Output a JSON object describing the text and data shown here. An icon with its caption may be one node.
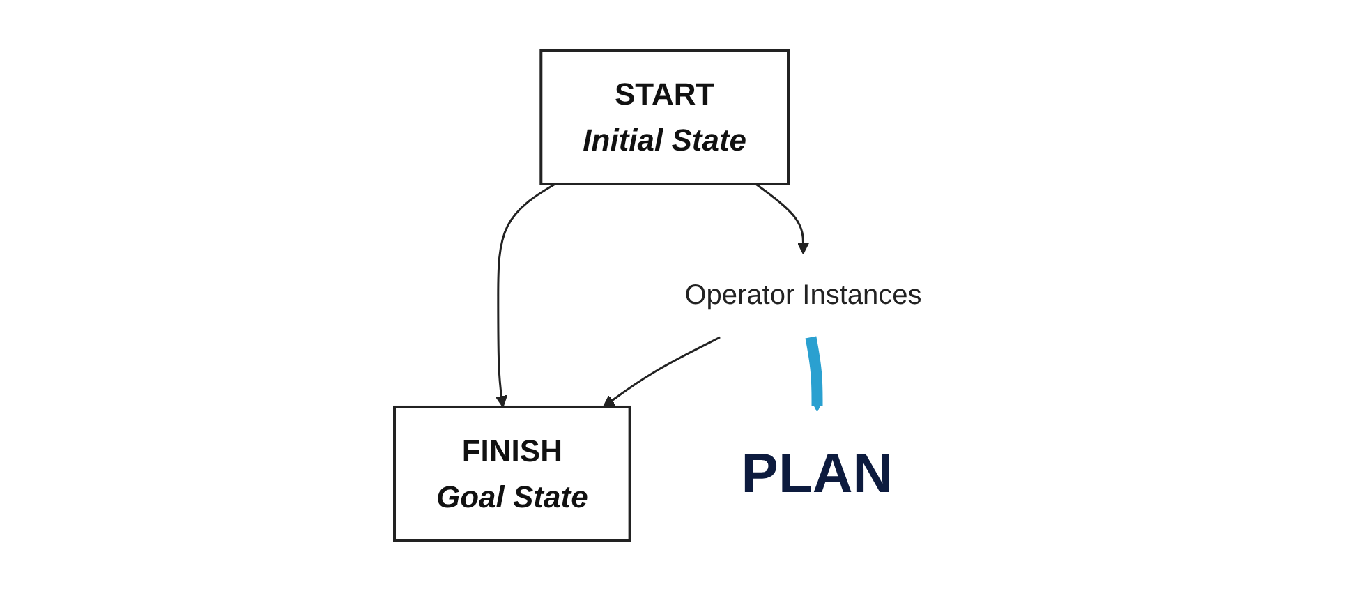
{
  "diagram": {
    "nodes": [
      {
        "text": [
          "START",
          "Initial State"
        ]
      },
      {
        "text": [
          "FINISH",
          "Goal State"
        ]
      },
      {
        "text": [
          "Operator Instances"
        ]
      },
      {
        "text": [
          "PLAN"
        ]
      }
    ],
    "edges": [
      {
        "from": 0,
        "to": 1,
        "arrow": "to"
      },
      {
        "from": 0,
        "to": 2,
        "arrow": "to"
      },
      {
        "from": 2,
        "to": 1,
        "arrow": "to"
      },
      {
        "from": 2,
        "to": 3,
        "arrow": "to",
        "style": "thick",
        "color": "#2aa0d0"
      }
    ]
  }
}
